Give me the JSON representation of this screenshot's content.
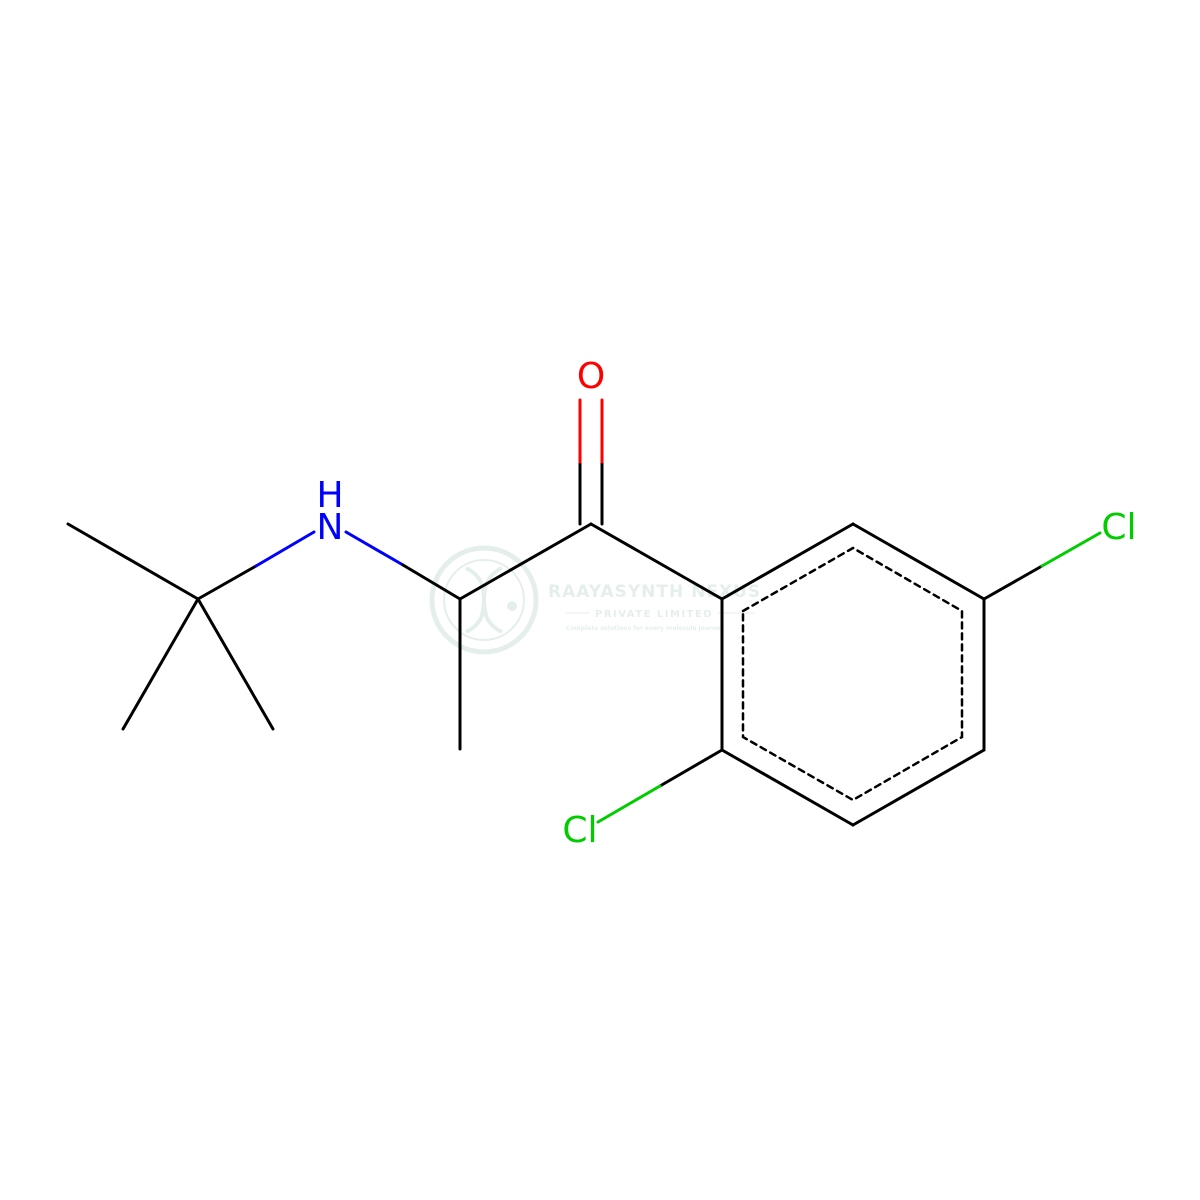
{
  "molecule": {
    "atoms": {
      "O": "O",
      "N": "N",
      "H": "H",
      "Cl_top": "Cl",
      "Cl_bottom": "Cl"
    }
  },
  "watermark": {
    "company": "RAAYASYNTH NEXUS",
    "subtitle": "PRIVATE LIMITED",
    "tagline": "Complete solutions for every molecule journey"
  },
  "colors": {
    "bond": "#000000",
    "oxygen": "#ff0000",
    "nitrogen": "#0000ff",
    "chlorine": "#00cc00",
    "watermark": "#2e7d5b"
  }
}
